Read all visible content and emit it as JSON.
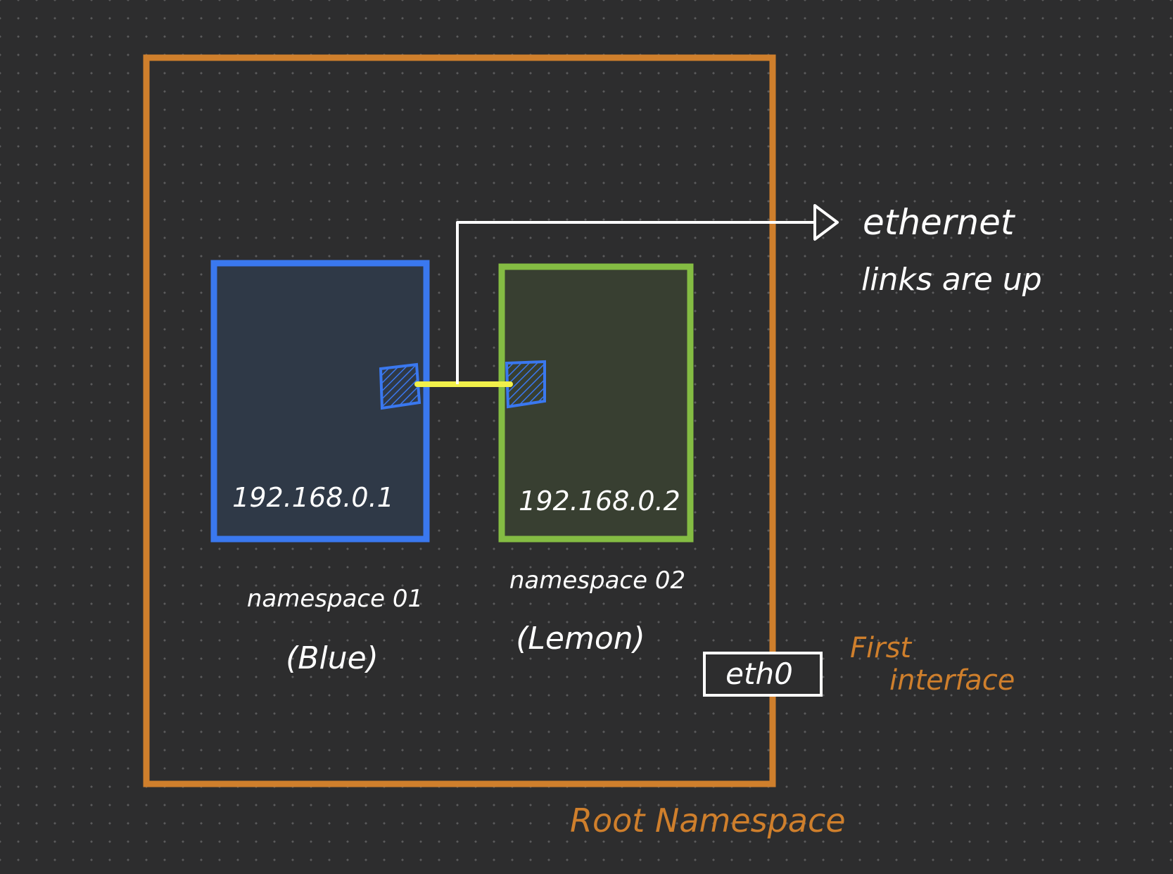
{
  "diagram": {
    "colors": {
      "background": "#2d2d2e",
      "root": "#cf7f2c",
      "ns1": "#3a78ef",
      "ns2": "#84bc43",
      "link": "#f1f04a",
      "text": "#ffffff"
    },
    "root": {
      "label": "Root Namespace"
    },
    "ns1": {
      "ip": "192.168.0.1",
      "name": "namespace 01",
      "alias": "(Blue)"
    },
    "ns2": {
      "ip": "192.168.0.2",
      "name": "namespace 02",
      "alias": "(Lemon)"
    },
    "annotation": {
      "line1": "ethernet",
      "line2": "links are up"
    },
    "eth0": {
      "label": "eth0",
      "note_line1": "First",
      "note_line2": "interface"
    }
  }
}
